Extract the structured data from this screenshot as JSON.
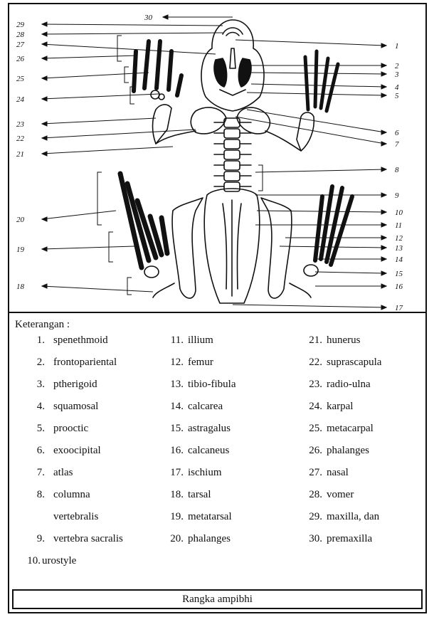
{
  "figure": {
    "callouts_left": [
      "29",
      "28",
      "27",
      "26",
      "25",
      "24",
      "23",
      "22",
      "21",
      "20",
      "19",
      "18"
    ],
    "callouts_right": [
      "1",
      "2",
      "3",
      "4",
      "5",
      "6",
      "7",
      "8",
      "9",
      "10",
      "11",
      "12",
      "13",
      "14",
      "15",
      "16",
      "17"
    ],
    "callout_top": "30"
  },
  "legend": {
    "title": "Keterangan :",
    "col1": [
      {
        "num": "1.",
        "text": "spenethmoid"
      },
      {
        "num": "2.",
        "text": "frontopariental"
      },
      {
        "num": "3.",
        "text": "ptherigoid"
      },
      {
        "num": "4.",
        "text": "squamosal"
      },
      {
        "num": "5.",
        "text": "prooctic"
      },
      {
        "num": "6.",
        "text": "exoocipital"
      },
      {
        "num": "7.",
        "text": "atlas"
      },
      {
        "num": "8.",
        "text": "columna"
      },
      {
        "num": "",
        "text": "vertebralis"
      },
      {
        "num": "9.",
        "text": "vertebra sacralis"
      },
      {
        "num": "10.",
        "text": "urostyle"
      }
    ],
    "col2": [
      {
        "num": "11.",
        "text": "illium"
      },
      {
        "num": "12.",
        "text": "femur"
      },
      {
        "num": "13.",
        "text": "tibio-fibula"
      },
      {
        "num": "14.",
        "text": "calcarea"
      },
      {
        "num": "15.",
        "text": "astragalus"
      },
      {
        "num": "16.",
        "text": "calcaneus"
      },
      {
        "num": "17.",
        "text": "ischium"
      },
      {
        "num": "18.",
        "text": "tarsal"
      },
      {
        "num": "19.",
        "text": "metatarsal"
      },
      {
        "num": "20.",
        "text": "phalanges"
      }
    ],
    "col3": [
      {
        "num": "21.",
        "text": "hunerus"
      },
      {
        "num": "22.",
        "text": "suprascapula"
      },
      {
        "num": "23.",
        "text": "radio-ulna"
      },
      {
        "num": "24.",
        "text": "karpal"
      },
      {
        "num": "25.",
        "text": "metacarpal"
      },
      {
        "num": "26.",
        "text": "phalanges"
      },
      {
        "num": "27.",
        "text": "nasal"
      },
      {
        "num": "28.",
        "text": "vomer"
      },
      {
        "num": "29.",
        "text": "maxilla, dan"
      },
      {
        "num": "30.",
        "text": "premaxilla"
      }
    ]
  },
  "caption": "Rangka ampibhi"
}
